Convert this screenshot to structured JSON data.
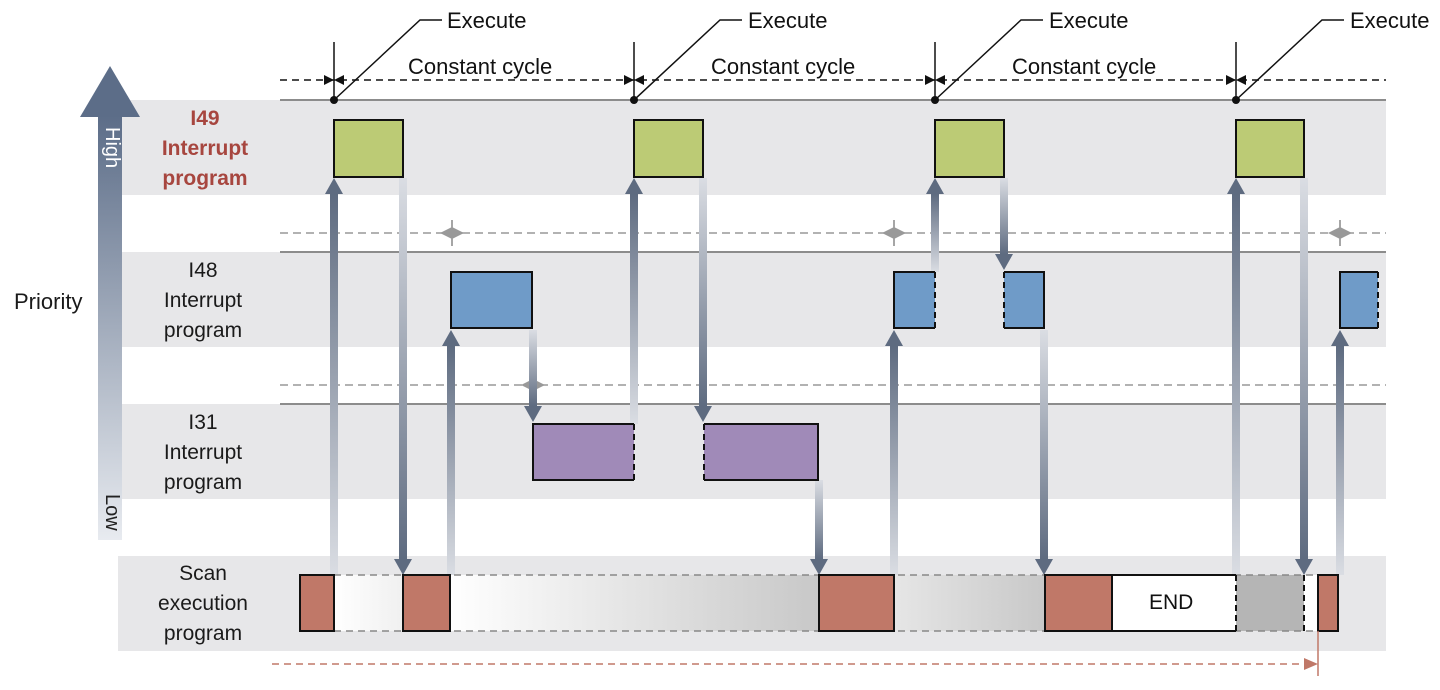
{
  "rows": {
    "i49": {
      "line1": "I49",
      "line2": "Interrupt",
      "line3": "program"
    },
    "i48": {
      "line1": "I48",
      "line2": "Interrupt",
      "line3": "program"
    },
    "i31": {
      "line1": "I31",
      "line2": "Interrupt",
      "line3": "program"
    },
    "scan": {
      "line1": "Scan",
      "line2": "execution",
      "line3": "program"
    }
  },
  "priority": {
    "label": "Priority",
    "high": "High",
    "low": "Low"
  },
  "timing": {
    "execute_label": "Execute",
    "constant_cycle_label": "Constant cycle"
  },
  "scan_end_label": "END",
  "colors": {
    "i49_block": "#bccb75",
    "i48_block": "#6f9bc8",
    "i31_block": "#a08ab8",
    "scan_block": "#c07868",
    "band": "#e7e7e9",
    "arrow": "#5e6b80",
    "title_red": "#a7463f"
  }
}
